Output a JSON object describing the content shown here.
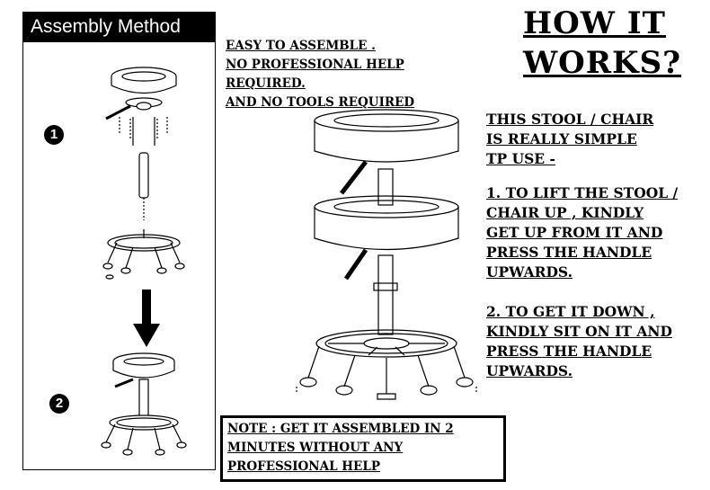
{
  "assembly": {
    "header": "Assembly Method",
    "steps": [
      "1",
      "2"
    ]
  },
  "intro": {
    "lines": [
      "EASY TO ASSEMBLE .",
      "NO PROFESSIONAL HELP",
      "REQUIRED.",
      "AND NO TOOLS REQUIRED"
    ]
  },
  "how": {
    "title_lines": [
      "HOW IT",
      "WORKS?"
    ],
    "subtitle_lines": [
      "THIS STOOL / CHAIR",
      "IS REALLY SIMPLE",
      "TP USE  -"
    ],
    "step1_lines": [
      "1. TO LIFT THE STOOL /",
      "CHAIR UP , KINDLY",
      "GET UP FROM IT AND",
      "PRESS THE HANDLE",
      "UPWARDS."
    ],
    "step2_lines": [
      "2. TO GET IT DOWN ,",
      "KINDLY SIT ON IT AND",
      "PRESS THE HANDLE",
      "UPWARDS."
    ]
  },
  "note": {
    "lines": [
      "NOTE : GET IT ASSEMBLED IN 2",
      "MINUTES WITHOUT ANY",
      "PROFESSIONAL HELP"
    ]
  }
}
